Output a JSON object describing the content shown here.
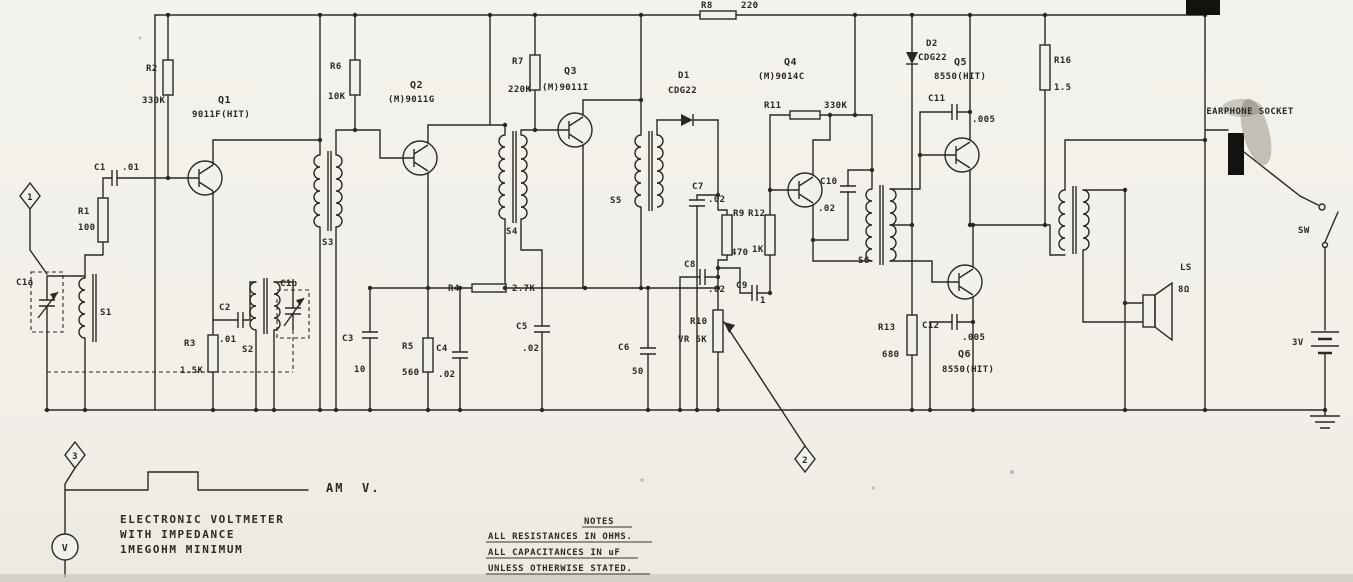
{
  "page": {
    "paper_color": "#f2f0ea",
    "ink_color": "#2b2822"
  },
  "schematic": {
    "transistors": [
      {
        "ref": "Q1",
        "value": "9011F(HIT)"
      },
      {
        "ref": "Q2",
        "value": "(M)9011G"
      },
      {
        "ref": "Q3",
        "value": "(M)9011I"
      },
      {
        "ref": "Q4",
        "value": "(M)9014C"
      },
      {
        "ref": "Q5",
        "value": "8550(HIT)"
      },
      {
        "ref": "Q6",
        "value": "8550(HIT)"
      }
    ],
    "resistors": [
      {
        "ref": "R1",
        "value": "100"
      },
      {
        "ref": "R2",
        "value": "330K"
      },
      {
        "ref": "R3",
        "value": "1.5K"
      },
      {
        "ref": "R4",
        "value": "2.7K"
      },
      {
        "ref": "R5",
        "value": "560"
      },
      {
        "ref": "R6",
        "value": "10K"
      },
      {
        "ref": "R7",
        "value": "220K"
      },
      {
        "ref": "R8",
        "value": "220"
      },
      {
        "ref": "R9",
        "value": "470"
      },
      {
        "ref": "R10",
        "value": "VR 5K"
      },
      {
        "ref": "R11",
        "value": "330K"
      },
      {
        "ref": "R12",
        "value": "1K"
      },
      {
        "ref": "R13",
        "value": "680"
      },
      {
        "ref": "R16",
        "value": "1.5"
      }
    ],
    "capacitors": [
      {
        "ref": "C1",
        "value": ".01"
      },
      {
        "ref": "C1a"
      },
      {
        "ref": "C1b"
      },
      {
        "ref": "C2",
        "value": ".01"
      },
      {
        "ref": "C3",
        "value": "10"
      },
      {
        "ref": "C4",
        "value": ".02"
      },
      {
        "ref": "C5",
        "value": ".02"
      },
      {
        "ref": "C6",
        "value": "50"
      },
      {
        "ref": "C7",
        "value": ".02"
      },
      {
        "ref": "C8",
        "value": ".02"
      },
      {
        "ref": "C9",
        "value": "1"
      },
      {
        "ref": "C10",
        "value": ".02"
      },
      {
        "ref": "C11",
        "value": ".005"
      },
      {
        "ref": "C12",
        "value": ".005"
      }
    ],
    "diodes": [
      {
        "ref": "D1",
        "value": "CDG22"
      },
      {
        "ref": "D2",
        "value": "CDG22"
      }
    ],
    "transformers": [
      {
        "ref": "S1"
      },
      {
        "ref": "S2"
      },
      {
        "ref": "S3"
      },
      {
        "ref": "S4"
      },
      {
        "ref": "S5"
      },
      {
        "ref": "S6"
      }
    ],
    "markers": [
      {
        "label": "1"
      },
      {
        "label": "2"
      },
      {
        "label": "3"
      }
    ],
    "misc": {
      "earphone_socket": "EARPHONE SOCKET",
      "switch": "SW",
      "speaker_ref": "LS",
      "speaker_value": "8Ω",
      "battery": "3V",
      "meter": "V",
      "am_label": "AM",
      "v_label": "V."
    }
  },
  "footer": {
    "voltmeter_note": {
      "line1": "ELECTRONIC VOLTMETER",
      "line2": "WITH IMPEDANCE",
      "line3": "1MEGOHM MINIMUM"
    },
    "notes": {
      "title": "NOTES",
      "line1": "ALL RESISTANCES IN OHMS.",
      "line2": "ALL CAPACITANCES IN uF",
      "line3": "UNLESS OTHERWISE STATED."
    }
  }
}
